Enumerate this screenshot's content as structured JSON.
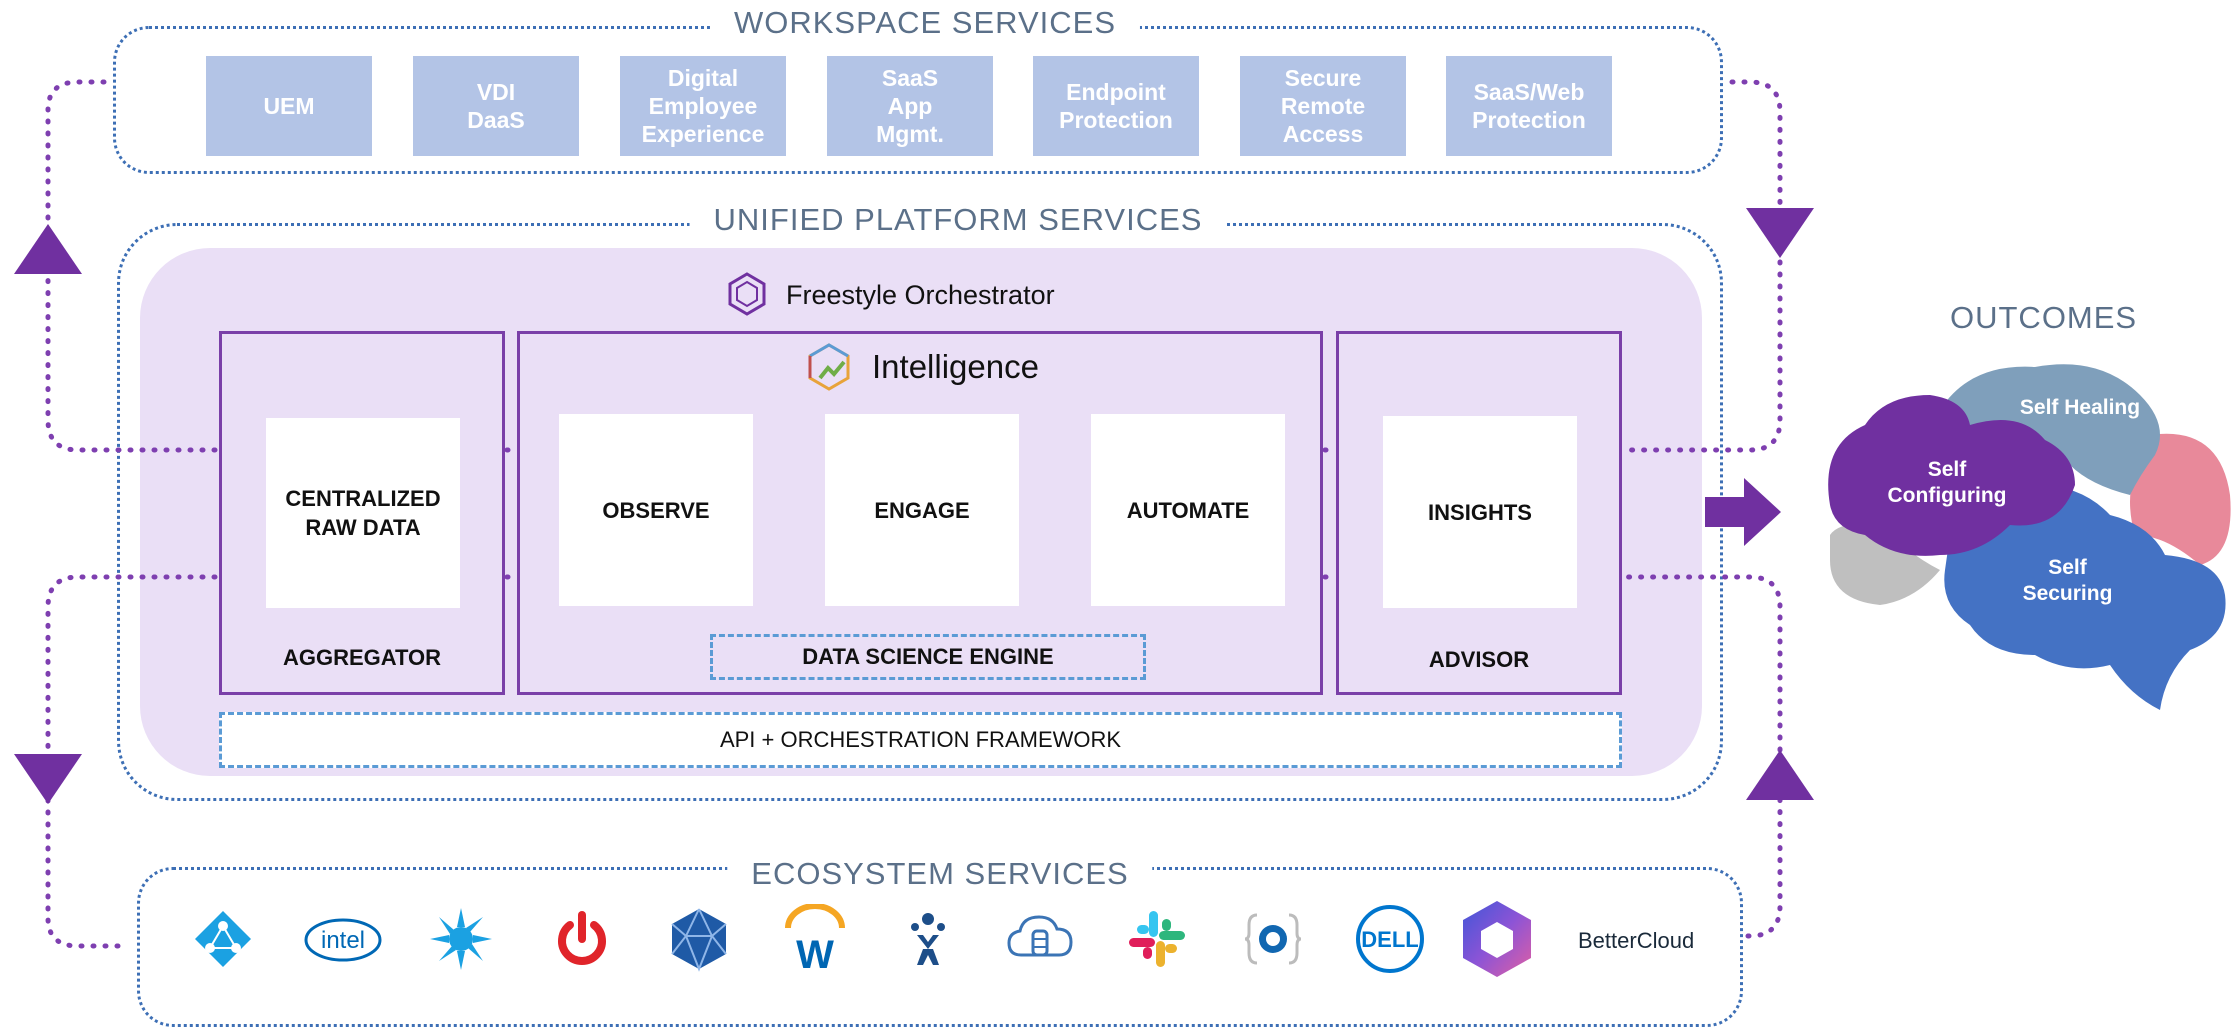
{
  "sections": {
    "workspace": "WORKSPACE SERVICES",
    "platform": "UNIFIED PLATFORM  SERVICES",
    "ecosystem": "ECOSYSTEM SERVICES",
    "outcomes": "OUTCOMES"
  },
  "workspace_services": [
    "UEM",
    "VDI\nDaaS",
    "Digital\nEmployee\nExperience",
    "SaaS\nApp\nMgmt.",
    "Endpoint\nProtection",
    "Secure\nRemote\nAccess",
    "SaaS/Web\nProtection"
  ],
  "platform": {
    "orchestrator_label": "Freestyle Orchestrator",
    "intelligence_label": "Intelligence",
    "aggregator": {
      "box": "CENTRALIZED\nRAW DATA",
      "label": "AGGREGATOR"
    },
    "intelligence_boxes": [
      "OBSERVE",
      "ENGAGE",
      "AUTOMATE"
    ],
    "data_science_engine": "DATA SCIENCE ENGINE",
    "advisor": {
      "box": "INSIGHTS",
      "label": "ADVISOR"
    },
    "api_framework": "API + ORCHESTRATION FRAMEWORK"
  },
  "outcomes": {
    "self_configuring": "Self\nConfiguring",
    "self_healing": "Self Healing",
    "self_securing": "Self\nSecuring"
  },
  "ecosystem_icons": [
    "azure-ad-icon",
    "intel-icon",
    "zscaler-icon",
    "power-icon",
    "hexagon-network-icon",
    "workday-icon",
    "jira-icon",
    "cloud-db-icon",
    "slack-icon",
    "okta-icon",
    "dell-icon",
    "microsoft-365-icon",
    "bettercloud-icon"
  ],
  "ecosystem_text": {
    "intel": "intel",
    "dell": "DELL",
    "bettercloud": "BetterCloud"
  },
  "colors": {
    "purple": "#7030a0",
    "connector_purple": "#7e3fb0",
    "dotted_blue": "#3d6fb5",
    "workspace_tile": "#b3c4e6",
    "platform_fill": "#eadff6",
    "self_configuring": "#7030a0",
    "self_healing": "#7f9fbb",
    "self_securing": "#4472c4",
    "pink": "#e8899a",
    "gray": "#bfbfbf"
  }
}
